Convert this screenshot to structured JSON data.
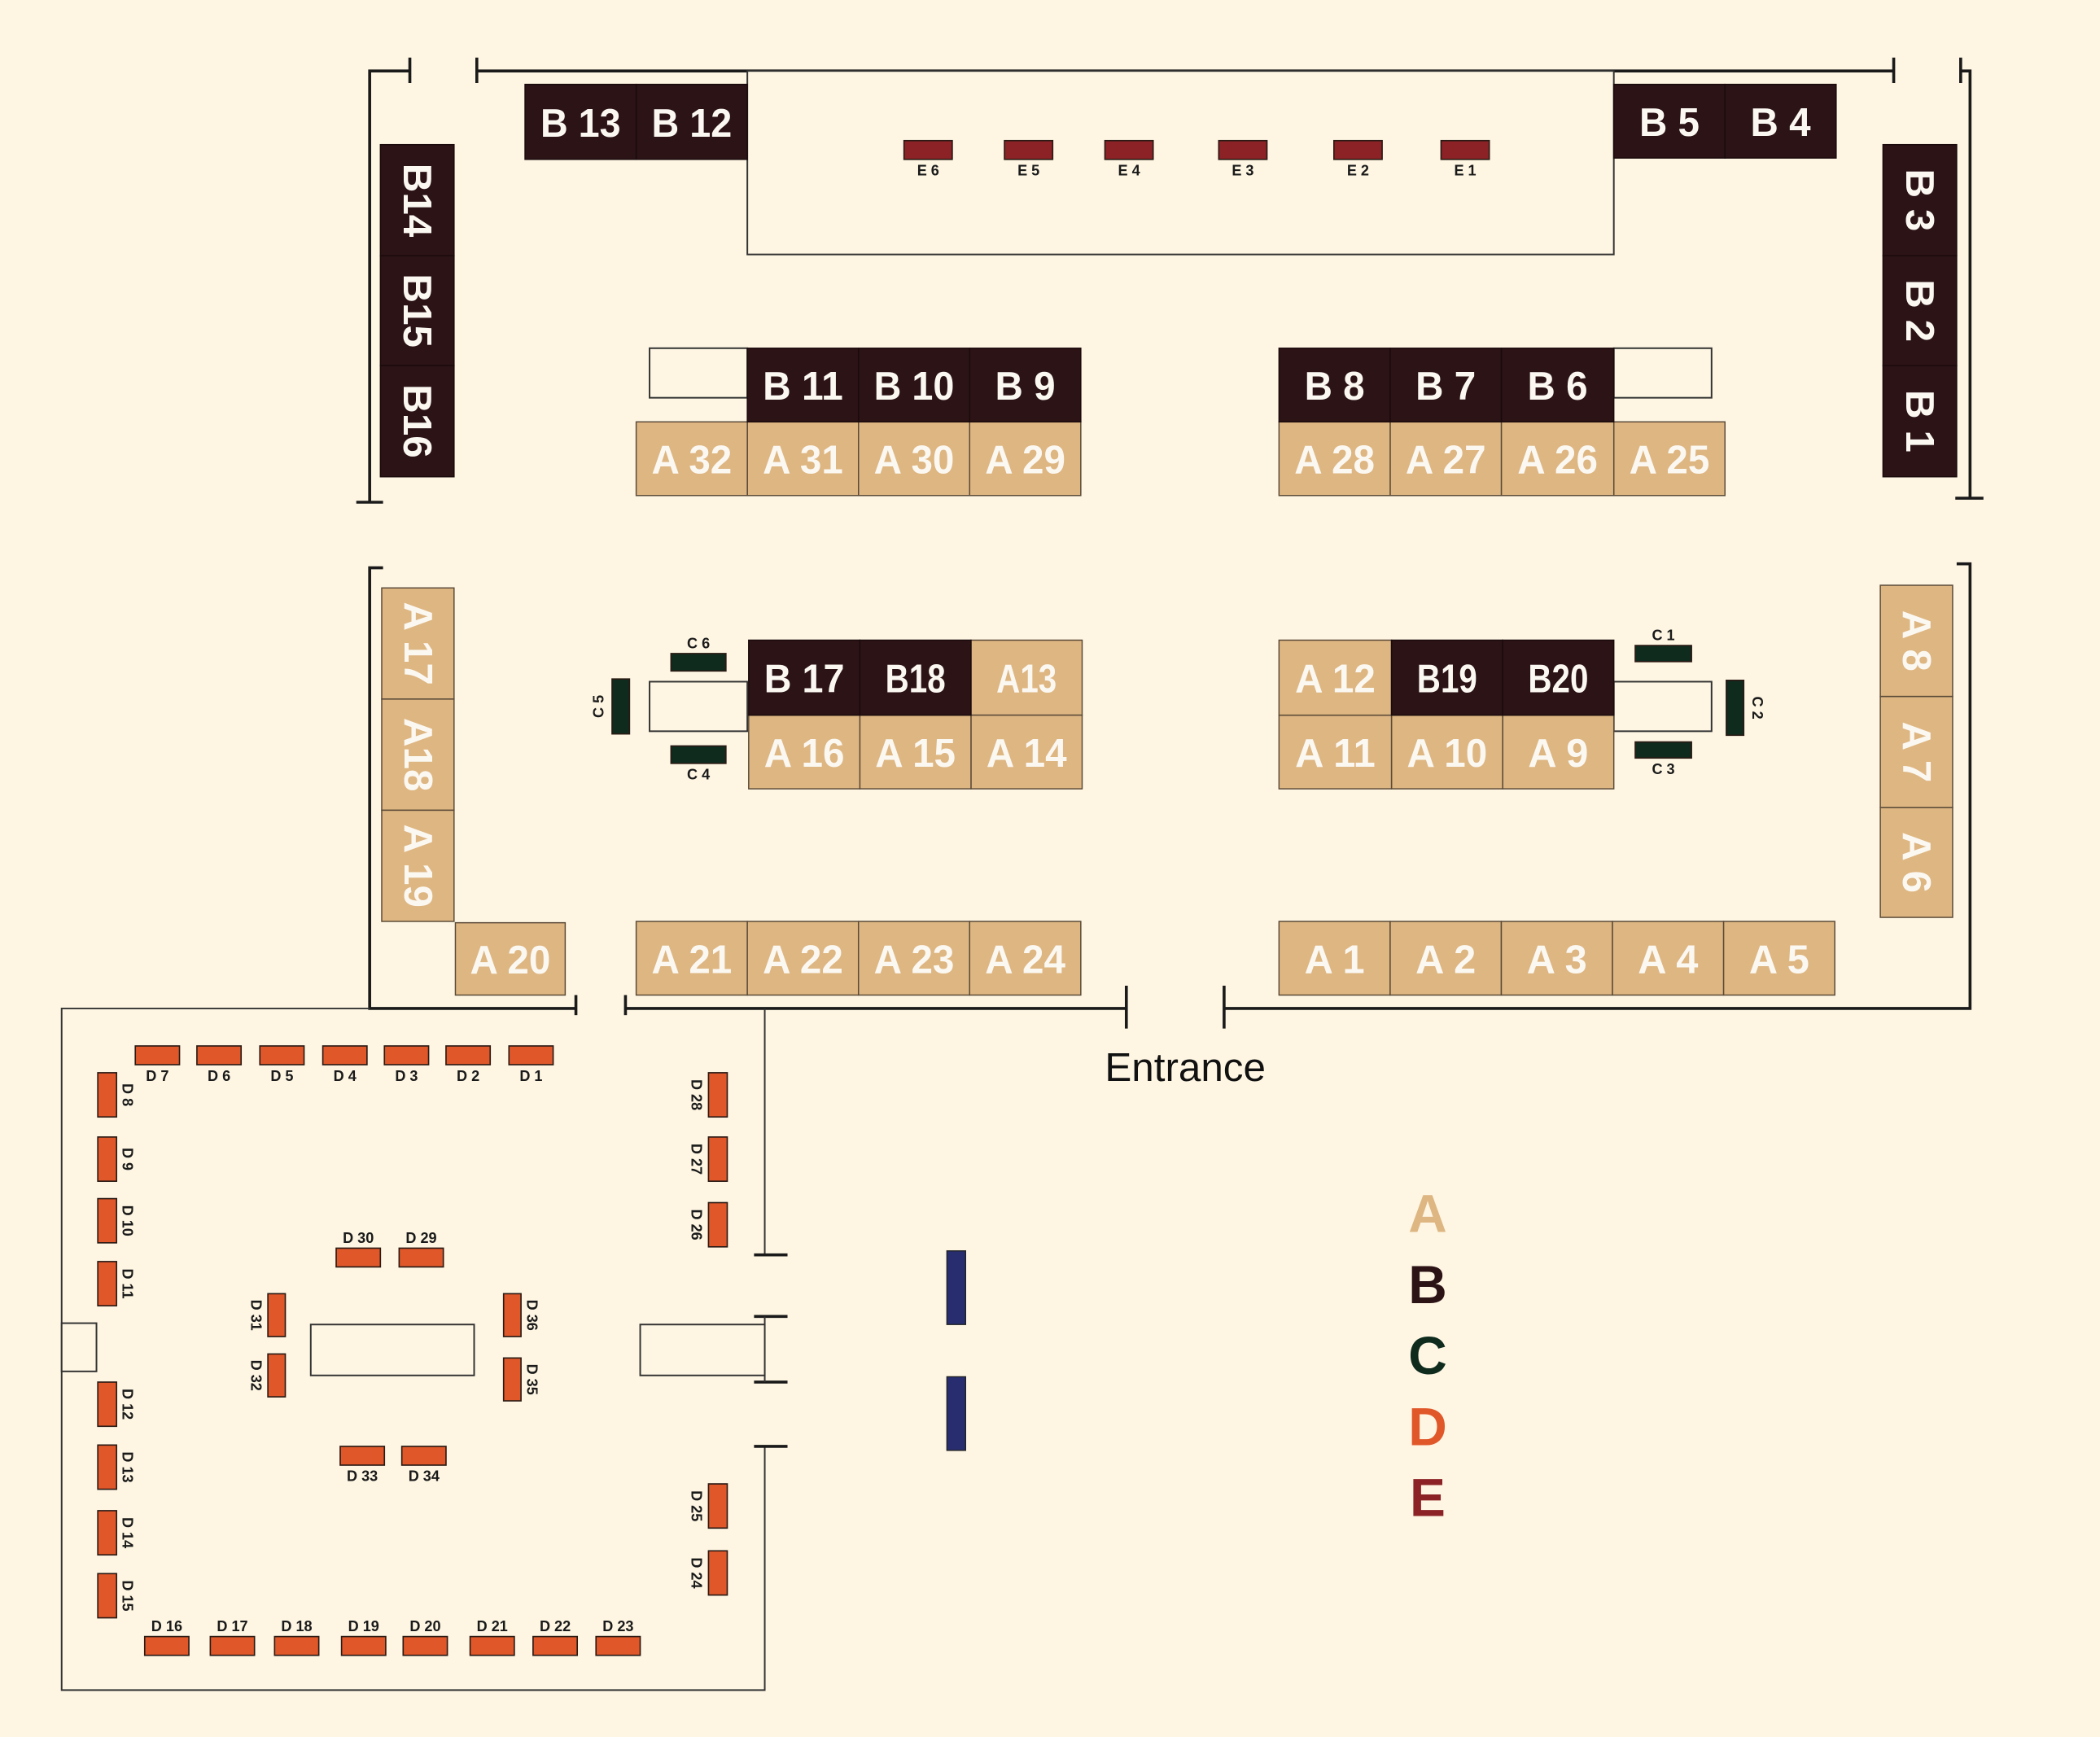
{
  "colors": {
    "background": "#fef6e3",
    "A": "#deb682",
    "B": "#2c1316",
    "C": "#0e2b1e",
    "D": "#e0582a",
    "E": "#8c2226",
    "blue": "#272d6e"
  },
  "entrance_label": "Entrance",
  "legend": [
    {
      "key": "A",
      "label": "A"
    },
    {
      "key": "B",
      "label": "B"
    },
    {
      "key": "C",
      "label": "C"
    },
    {
      "key": "D",
      "label": "D"
    },
    {
      "key": "E",
      "label": "E"
    }
  ],
  "booths": {
    "A": [
      "A 1",
      "A 2",
      "A 3",
      "A 4",
      "A 5",
      "A 6",
      "A 7",
      "A 8",
      "A 9",
      "A 10",
      "A 11",
      "A 12",
      "A13",
      "A 14",
      "A 15",
      "A 16",
      "A 17",
      "A18",
      "A 19",
      "A 20",
      "A 21",
      "A 22",
      "A 23",
      "A 24",
      "A 25",
      "A 26",
      "A 27",
      "A 28",
      "A 29",
      "A 30",
      "A 31",
      "A 32"
    ],
    "B": [
      "B 1",
      "B 2",
      "B 3",
      "B 4",
      "B 5",
      "B 6",
      "B 7",
      "B 8",
      "B 9",
      "B 10",
      "B 11",
      "B 12",
      "B 13",
      "B14",
      "B15",
      "B16",
      "B 17",
      "B18",
      "B19",
      "B20"
    ],
    "C": [
      "C 1",
      "C 2",
      "C 3",
      "C 4",
      "C 5",
      "C 6"
    ],
    "D": [
      "D 1",
      "D 2",
      "D 3",
      "D 4",
      "D 5",
      "D 6",
      "D 7",
      "D 8",
      "D 9",
      "D 10",
      "D 11",
      "D 12",
      "D 13",
      "D 14",
      "D 15",
      "D 16",
      "D 17",
      "D 18",
      "D 19",
      "D 20",
      "D 21",
      "D 22",
      "D 23",
      "D 24",
      "D 25",
      "D 26",
      "D 27",
      "D 28",
      "D 29",
      "D 30",
      "D 31",
      "D 32",
      "D 33",
      "D 34",
      "D 35",
      "D 36"
    ],
    "E": [
      "E 1",
      "E 2",
      "E 3",
      "E 4",
      "E 5",
      "E 6"
    ]
  }
}
